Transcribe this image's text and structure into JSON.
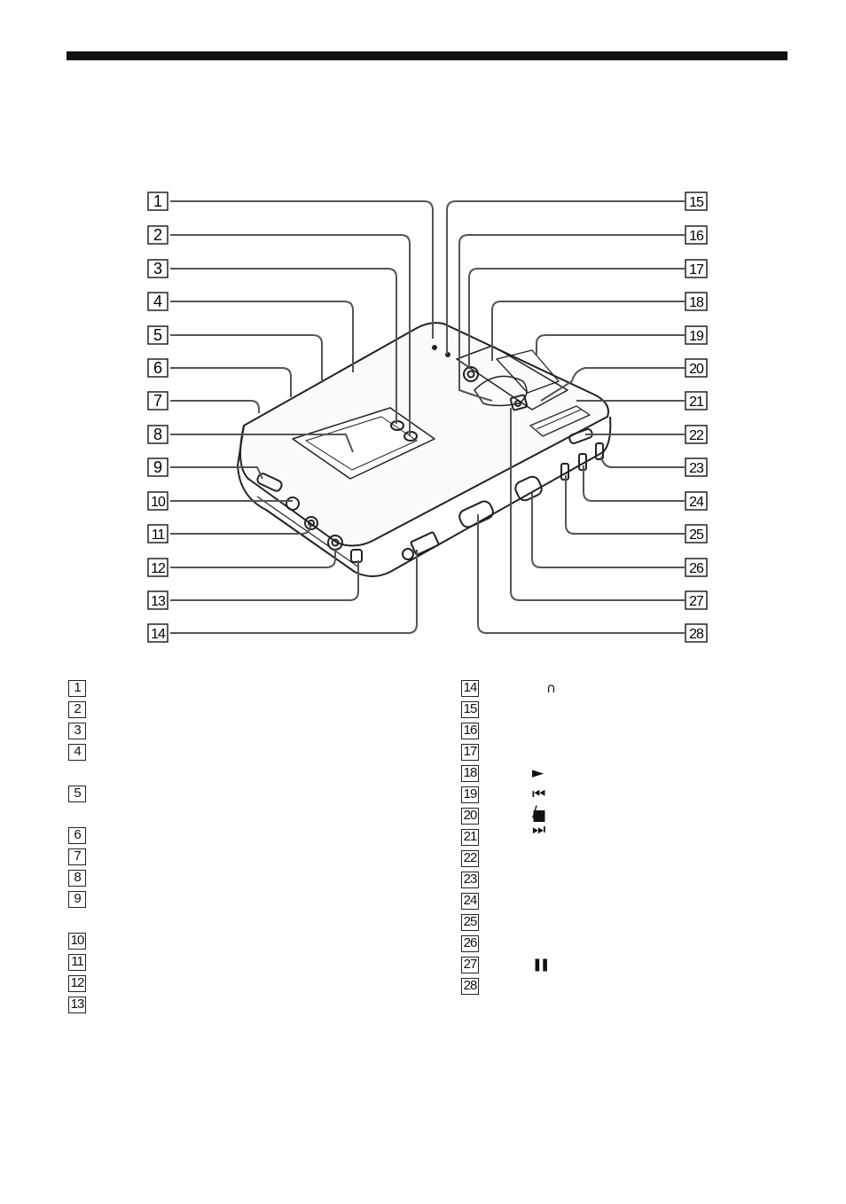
{
  "callouts_left": [
    "1",
    "2",
    "3",
    "4",
    "5",
    "6",
    "7",
    "8",
    "9",
    "10",
    "11",
    "12",
    "13",
    "14"
  ],
  "callouts_right": [
    "15",
    "16",
    "17",
    "18",
    "19",
    "20",
    "21",
    "22",
    "23",
    "24",
    "25",
    "26",
    "27",
    "28"
  ],
  "legend_left": [
    {
      "num": "1"
    },
    {
      "num": "2"
    },
    {
      "num": "3"
    },
    {
      "num": "4"
    },
    {
      "num": "5"
    },
    {
      "num": "6"
    },
    {
      "num": "7"
    },
    {
      "num": "8"
    },
    {
      "num": "9"
    },
    {
      "num": "10"
    },
    {
      "num": "11"
    },
    {
      "num": "12"
    },
    {
      "num": "13"
    }
  ],
  "legend_right": [
    {
      "num": "14",
      "symbol": "headphones-icon",
      "symbol_text": "∩"
    },
    {
      "num": "15"
    },
    {
      "num": "16"
    },
    {
      "num": "17"
    },
    {
      "num": "18",
      "symbol": "play-icon",
      "symbol_text": "►"
    },
    {
      "num": "19",
      "symbol": "skip-icon",
      "symbol_text": "⏮ / ⏭"
    },
    {
      "num": "20",
      "symbol": "stop-icon",
      "symbol_text": "■"
    },
    {
      "num": "21"
    },
    {
      "num": "22"
    },
    {
      "num": "23"
    },
    {
      "num": "24"
    },
    {
      "num": "25"
    },
    {
      "num": "26"
    },
    {
      "num": "27",
      "symbol": "pause-icon",
      "symbol_text": "❚❚"
    },
    {
      "num": "28"
    }
  ],
  "colors": {
    "ink": "#111111",
    "leader": "#555555",
    "rule": "#111111"
  }
}
